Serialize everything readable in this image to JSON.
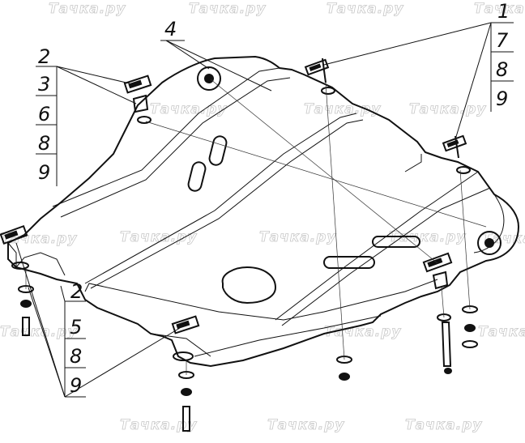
{
  "watermark": "Тачка.ру",
  "callouts": {
    "group_top_left": [
      "2",
      "3",
      "6",
      "8",
      "9"
    ],
    "group_top_right": [
      "1",
      "7",
      "8",
      "9"
    ],
    "label_plate": "4",
    "group_bottom_left": [
      "2",
      "5",
      "8",
      "9"
    ]
  }
}
